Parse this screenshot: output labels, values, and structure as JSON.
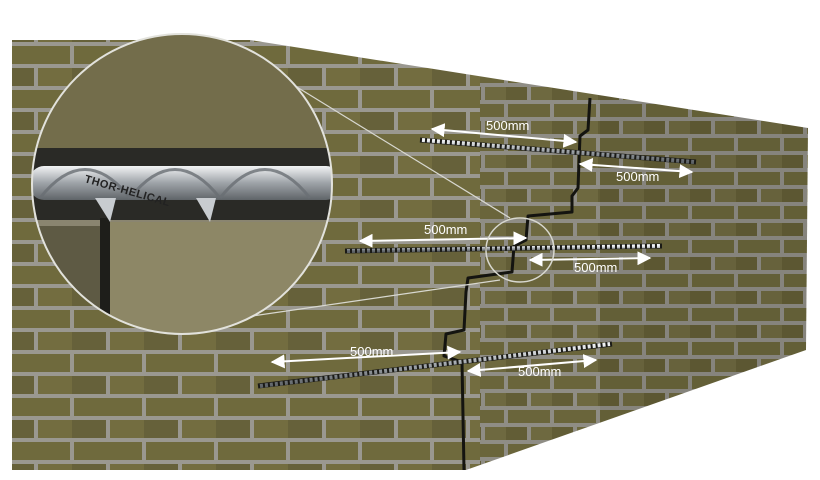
{
  "dimension_labels": {
    "top_left": "500mm",
    "top_right": "500mm",
    "middle_left": "500mm",
    "middle_right": "500mm",
    "bottom_left": "500mm",
    "bottom_right": "500mm"
  },
  "brand": {
    "text": "THOR-HELICAL"
  },
  "colors": {
    "brick": "#6f6a3d",
    "brick_dark": "#5a5530",
    "mortar": "#9a9890",
    "crack": "#141410",
    "bar": "#cfd3d6",
    "arrow": "#ffffff",
    "background": "#ffffff"
  }
}
